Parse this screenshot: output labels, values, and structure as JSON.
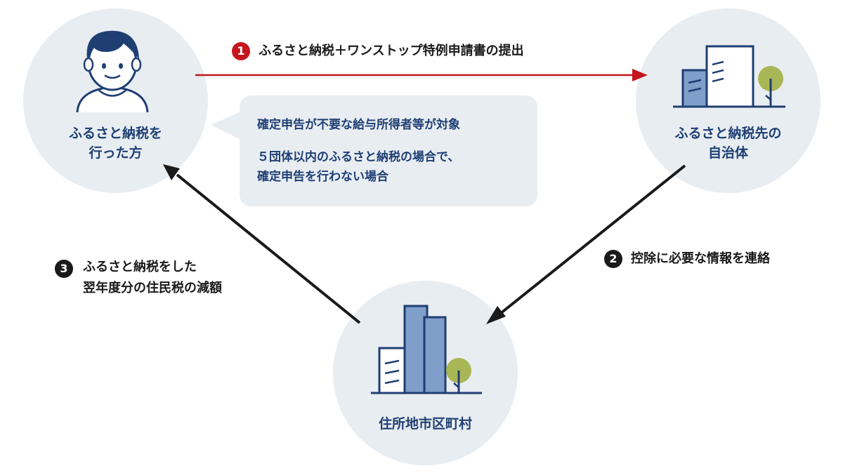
{
  "nodes": {
    "donor": {
      "label": "ふるさと納税を\n行った方"
    },
    "destination": {
      "label": "ふるさと納税先の\n自治体"
    },
    "residence": {
      "label": "住所地市区町村"
    }
  },
  "callout": {
    "line1": "確定申告が不要な給与所得者等が対象",
    "line2": "５団体以内のふるさと納税の場合で、\n確定申告を行わない場合"
  },
  "steps": [
    {
      "number": "1",
      "label": "ふるさと納税＋ワンストップ特例申請書の提出",
      "badge_color": "#c4161c"
    },
    {
      "number": "2",
      "label": "控除に必要な情報を連絡",
      "badge_color": "#1a1a1a"
    },
    {
      "number": "3",
      "label": "ふるさと納税をした\n翌年度分の住民税の減額",
      "badge_color": "#1a1a1a"
    }
  ],
  "icons": {
    "donor": "person-icon",
    "destination": "city-building-icon",
    "residence": "municipal-building-icon"
  },
  "colors": {
    "circle_bg": "#e8edf2",
    "navy": "#1f3f73",
    "building_blue": "#7f9ec9",
    "tree_green": "#a9b655",
    "arrow_red": "#c4161c",
    "arrow_black": "#1a1a1a"
  }
}
